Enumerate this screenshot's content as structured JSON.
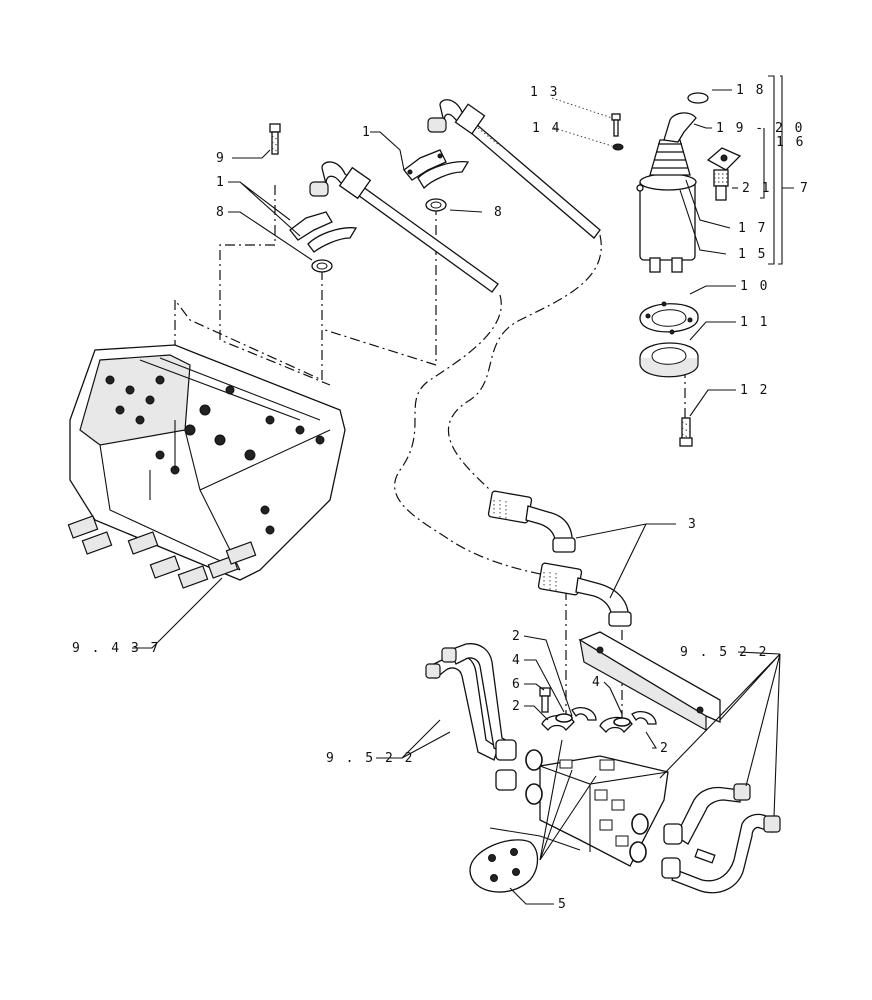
{
  "diagram": {
    "callouts": [
      {
        "id": "c13",
        "text": "1 3"
      },
      {
        "id": "c18",
        "text": "1 8"
      },
      {
        "id": "c14",
        "text": "1 4"
      },
      {
        "id": "c1920",
        "text": "1 9 - 2 0"
      },
      {
        "id": "c16",
        "text": "1 6"
      },
      {
        "id": "c1a",
        "text": "1"
      },
      {
        "id": "c9",
        "text": "9"
      },
      {
        "id": "c21",
        "text": "2 1"
      },
      {
        "id": "c7",
        "text": "7"
      },
      {
        "id": "c1b",
        "text": "1"
      },
      {
        "id": "c8a",
        "text": "8"
      },
      {
        "id": "c8b",
        "text": "8"
      },
      {
        "id": "c17",
        "text": "1 7"
      },
      {
        "id": "c15",
        "text": "1 5"
      },
      {
        "id": "c10",
        "text": "1 0"
      },
      {
        "id": "c11",
        "text": "1 1"
      },
      {
        "id": "c12",
        "text": "1 2"
      },
      {
        "id": "c3",
        "text": "3"
      },
      {
        "id": "c9437",
        "text": "9 . 4 3 7"
      },
      {
        "id": "c2a",
        "text": "2"
      },
      {
        "id": "c9522a",
        "text": "9 . 5 2 2"
      },
      {
        "id": "c4a",
        "text": "4"
      },
      {
        "id": "c6",
        "text": "6"
      },
      {
        "id": "c4b",
        "text": "4"
      },
      {
        "id": "c2b",
        "text": "2"
      },
      {
        "id": "c2c",
        "text": "2"
      },
      {
        "id": "c9522b",
        "text": "9 . 5 2 2"
      },
      {
        "id": "c5",
        "text": "5"
      }
    ]
  }
}
